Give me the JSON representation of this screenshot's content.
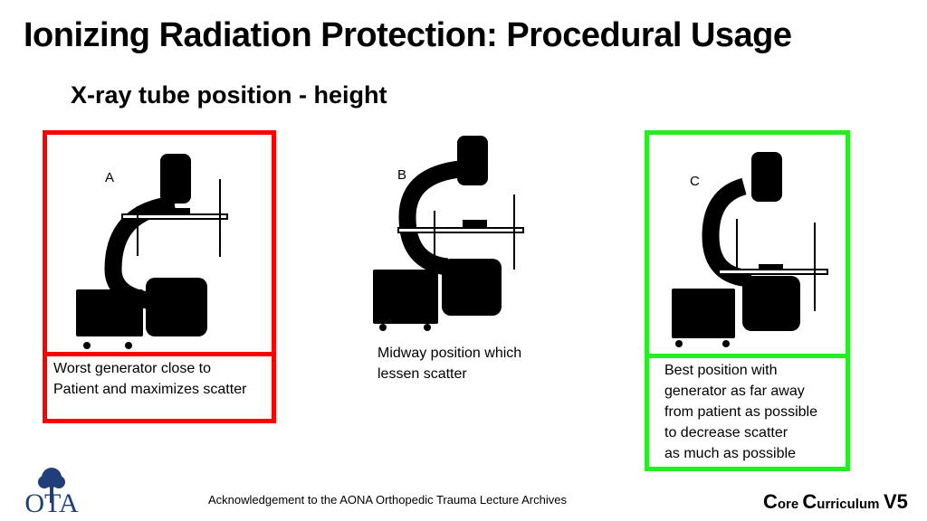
{
  "slide": {
    "title": "Ionizing Radiation Protection: Procedural Usage",
    "subtitle": "X-ray tube position - height"
  },
  "panels": [
    {
      "letter": "A",
      "caption_lines": [
        "Worst generator close to",
        "Patient and maximizes scatter"
      ],
      "frame_color": "#ff0000"
    },
    {
      "letter": "B",
      "caption_lines": [
        "Midway position which",
        "lessen scatter"
      ]
    },
    {
      "letter": "C",
      "caption_lines": [
        "Best position with",
        "generator as far away",
        "from patient as possible",
        "to decrease scatter",
        "as much as possible"
      ],
      "frame_color": "#22ee22"
    }
  ],
  "footer": {
    "acknowledgement": "Acknowledgement to the AONA Orthopedic Trauma Lecture Archives",
    "brand_c1": "C",
    "brand_ore": "ore ",
    "brand_c2": "C",
    "brand_urriculum": "urriculum",
    "brand_version": "V5",
    "logo_text": "OTA"
  },
  "icons": [
    "c-arm-icon",
    "tree-icon"
  ]
}
